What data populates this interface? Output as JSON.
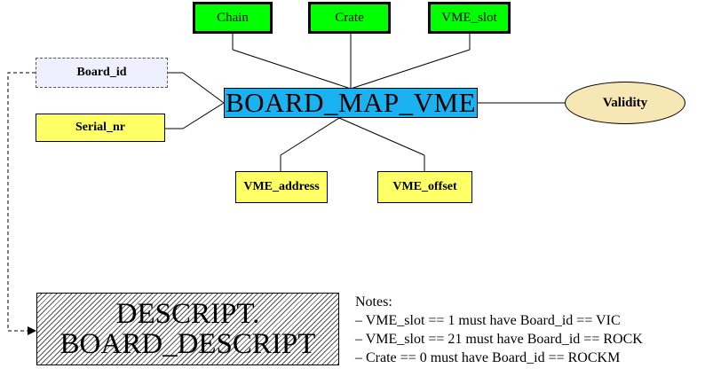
{
  "diagram": {
    "main_entity": "BOARD_MAP_VME",
    "top_nodes": [
      "Chain",
      "Crate",
      "VME_slot"
    ],
    "left_nodes": [
      "Board_id",
      "Serial_nr"
    ],
    "bottom_nodes": [
      "VME_address",
      "VME_offset"
    ],
    "right_node": "Validity",
    "reference_table": {
      "line1": "DESCRIPT.",
      "line2": "BOARD_DESCRIPT"
    },
    "notes": {
      "title": "Notes:",
      "items": [
        "– VME_slot == 1 must have Board_id == VIC",
        "– VME_slot == 21 must have Board_id == ROCK",
        "– Crate == 0 must have Board_id == ROCKM"
      ]
    }
  },
  "colors": {
    "main_fill": "#1ab2f0",
    "key_fill": "#00ff00",
    "attribute_fill": "#ffff66",
    "validity_fill": "#f6e7b4"
  }
}
